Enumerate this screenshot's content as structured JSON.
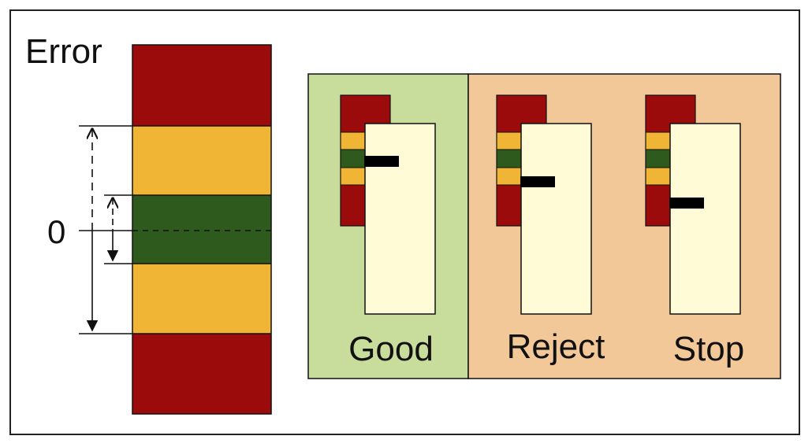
{
  "axis": {
    "title": "Error",
    "zero_label": "0"
  },
  "colors": {
    "red": "#9b0b0b",
    "yellow": "#f0b534",
    "green": "#2e5a1d",
    "good_panel": "#c8dc9c",
    "bad_panel": "#f3c898",
    "gauge_face": "#fffbd6",
    "indicator": "#000000"
  },
  "panels": [
    {
      "label": "Good",
      "indicator_zone": "green"
    },
    {
      "label": "Reject",
      "indicator_zone": "yellow"
    },
    {
      "label": "Stop",
      "indicator_zone": "red"
    }
  ]
}
